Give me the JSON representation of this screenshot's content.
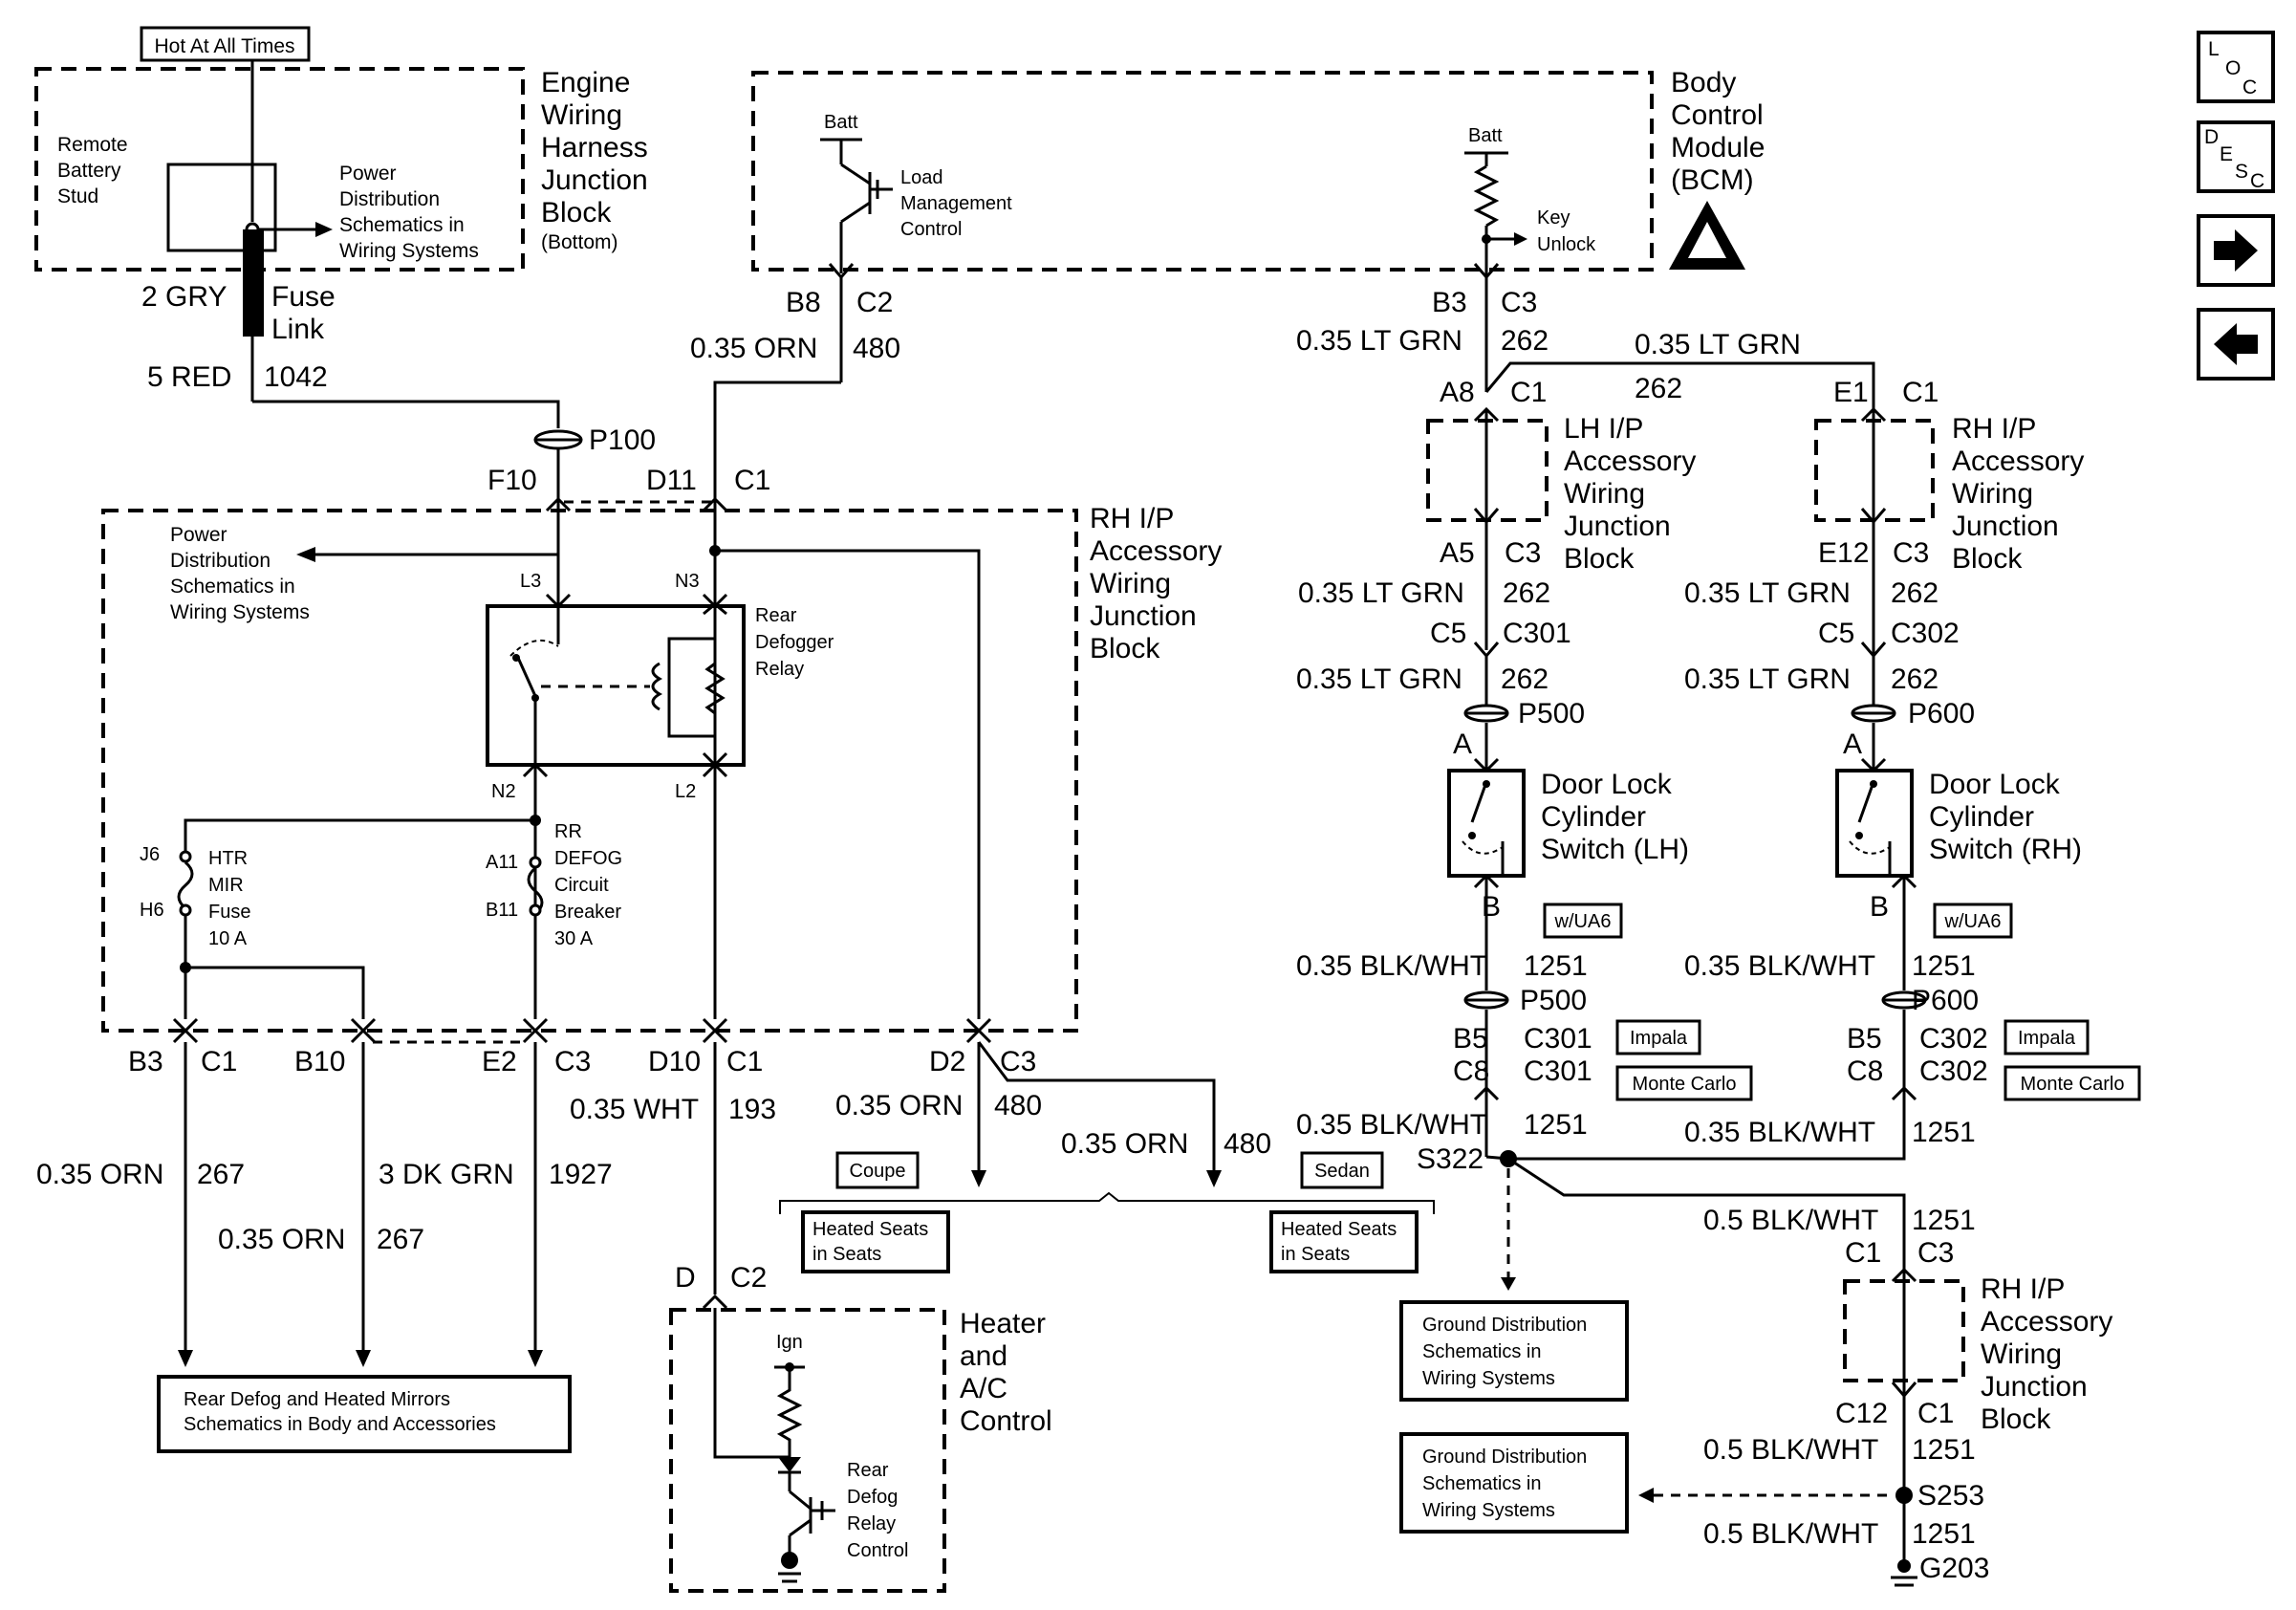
{
  "labels": {
    "hot_at_all_times": "Hot At All Times",
    "remote_battery_stud": [
      "Remote",
      "Battery",
      "Stud"
    ],
    "pds_top": [
      "Power",
      "Distribution",
      "Schematics in",
      "Wiring Systems"
    ],
    "engine_block": [
      "Engine",
      "Wiring",
      "Harness",
      "Junction",
      "Block"
    ],
    "engine_block_bottom": "(Bottom)",
    "fuse_link_gauge": "2 GRY",
    "fuse_link": [
      "Fuse",
      "Link"
    ],
    "wire_5red": "5 RED",
    "wire_1042": "1042",
    "p100": "P100",
    "f10": "F10",
    "d11": "D11",
    "c1_top": "C1",
    "bcm": [
      "Body",
      "Control",
      "Module",
      "(BCM)"
    ],
    "batt_left": "Batt",
    "load_mgmt": [
      "Load",
      "Management",
      "Control"
    ],
    "batt_right": "Batt",
    "key_unlock": [
      "Key",
      "Unlock"
    ],
    "b8": "B8",
    "c2_bcm": "C2",
    "orn_035": "0.35 ORN",
    "circ_480": "480",
    "b3_bcm": "B3",
    "c3_bcm": "C3",
    "ltgrn_035": "0.35 LT GRN",
    "circ_262": "262",
    "a8": "A8",
    "c1_lh": "C1",
    "e1": "E1",
    "c1_rh": "C1",
    "lh_block": [
      "LH I/P",
      "Accessory",
      "Wiring",
      "Junction",
      "Block"
    ],
    "rh_block_top": [
      "RH I/P",
      "Accessory",
      "Wiring",
      "Junction",
      "Block"
    ],
    "a5": "A5",
    "c3_lh": "C3",
    "e12": "E12",
    "c3_rh": "C3",
    "c5_lh": "C5",
    "c301": "C301",
    "c5_rh": "C5",
    "c302": "C302",
    "p500": "P500",
    "p600": "P600",
    "pin_a": "A",
    "pin_b": "B",
    "door_lh": [
      "Door Lock",
      "Cylinder",
      "Switch (LH)"
    ],
    "door_rh": [
      "Door Lock",
      "Cylinder",
      "Switch (RH)"
    ],
    "wua6": "w/UA6",
    "blkwht_035": "0.35 BLK/WHT",
    "circ_1251": "1251",
    "b5": "B5",
    "c8": "C8",
    "impala": "Impala",
    "monte_carlo": "Monte Carlo",
    "s322": "S322",
    "blkwht_05": "0.5 BLK/WHT",
    "c1_rhlow": "C1",
    "c3_rhlow": "C3",
    "c12": "C12",
    "s253": "S253",
    "g203": "G203",
    "gds": [
      "Ground Distribution",
      "Schematics in",
      "Wiring Systems"
    ],
    "rh_block_main": [
      "RH I/P",
      "Accessory",
      "Wiring",
      "Junction",
      "Block"
    ],
    "pds_mid": [
      "Power",
      "Distribution",
      "Schematics in",
      "Wiring Systems"
    ],
    "l3": "L3",
    "n3": "N3",
    "rear_defog_relay": [
      "Rear",
      "Defogger",
      "Relay"
    ],
    "n2": "N2",
    "l2": "L2",
    "j6": "J6",
    "h6": "H6",
    "htr_fuse": [
      "HTR",
      "MIR",
      "Fuse",
      "10 A"
    ],
    "a11": "A11",
    "b11": "B11",
    "rr_defog_cb": [
      "RR",
      "DEFOG",
      "Circuit",
      "Breaker",
      "30 A"
    ],
    "b3_bot": "B3",
    "c1_bot": "C1",
    "b10": "B10",
    "e2": "E2",
    "c3_bot": "C3",
    "d10": "D10",
    "c1_d10": "C1",
    "d2": "D2",
    "c3_d2": "C3",
    "wht_035": "0.35 WHT",
    "circ_193": "193",
    "circ_267": "267",
    "dkgrn_3": "3 DK GRN",
    "circ_1927": "1927",
    "coupe": "Coupe",
    "sedan": "Sedan",
    "heated_seats": [
      "Heated Seats",
      "in Seats"
    ],
    "rear_defog_mirrors": [
      "Rear Defog and Heated Mirrors",
      "Schematics in Body and Accessories"
    ],
    "d_pin": "D",
    "c2_hvac": "C2",
    "hvac": [
      "Heater",
      "and",
      "A/C",
      "Control"
    ],
    "ign": "Ign",
    "rear_defog_control": [
      "Rear",
      "Defog",
      "Relay",
      "Control"
    ]
  },
  "nav": {
    "loc": [
      "L",
      "O",
      "C"
    ],
    "desc": [
      "D",
      "E",
      "S",
      "C"
    ],
    "next_icon": "arrow-right-icon",
    "prev_icon": "arrow-left-icon"
  }
}
